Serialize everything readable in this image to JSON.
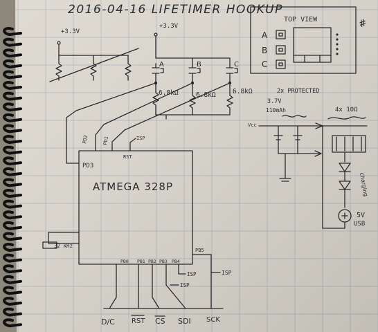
{
  "notebook": {
    "title": "2016-04-16  LIFETIMER  HOOKUP",
    "corner_mark": "#",
    "top_view": {
      "label": "TOP VIEW",
      "rows": [
        "A",
        "B",
        "C"
      ]
    },
    "supply_left": "+3.3V",
    "supply_mid": "+3.3V",
    "buttons": [
      "A",
      "B",
      "C"
    ],
    "resistors": [
      "6.8kΩ",
      "6.8kΩ",
      "6.8kΩ"
    ],
    "mcu": {
      "name": "ATMEGA 328P",
      "pin_pd3": "PD3",
      "pin_pd2": "PD2",
      "pin_pd1": "PD1",
      "pin_rst": "RST",
      "isp_top": "ISP",
      "crystal": "32 kHz",
      "pin_pb5": "PB5",
      "pin_labels_bottom": [
        "PB0",
        "PB1",
        "PB2",
        "PB3",
        "PB4"
      ],
      "bottom_isp": [
        "ISP",
        "ISP",
        "ISP"
      ]
    },
    "signals": [
      "D/C",
      "RST",
      "CS",
      "SDI",
      "SCK"
    ],
    "battery": {
      "note": "2x PROTECTED",
      "voltage": "3.7V",
      "capacity": "110mAh",
      "vcc": "Vcc"
    },
    "charger": {
      "resistors": "4x 10Ω",
      "led_label": "charging",
      "source_v": "5V",
      "source": "USB"
    }
  }
}
